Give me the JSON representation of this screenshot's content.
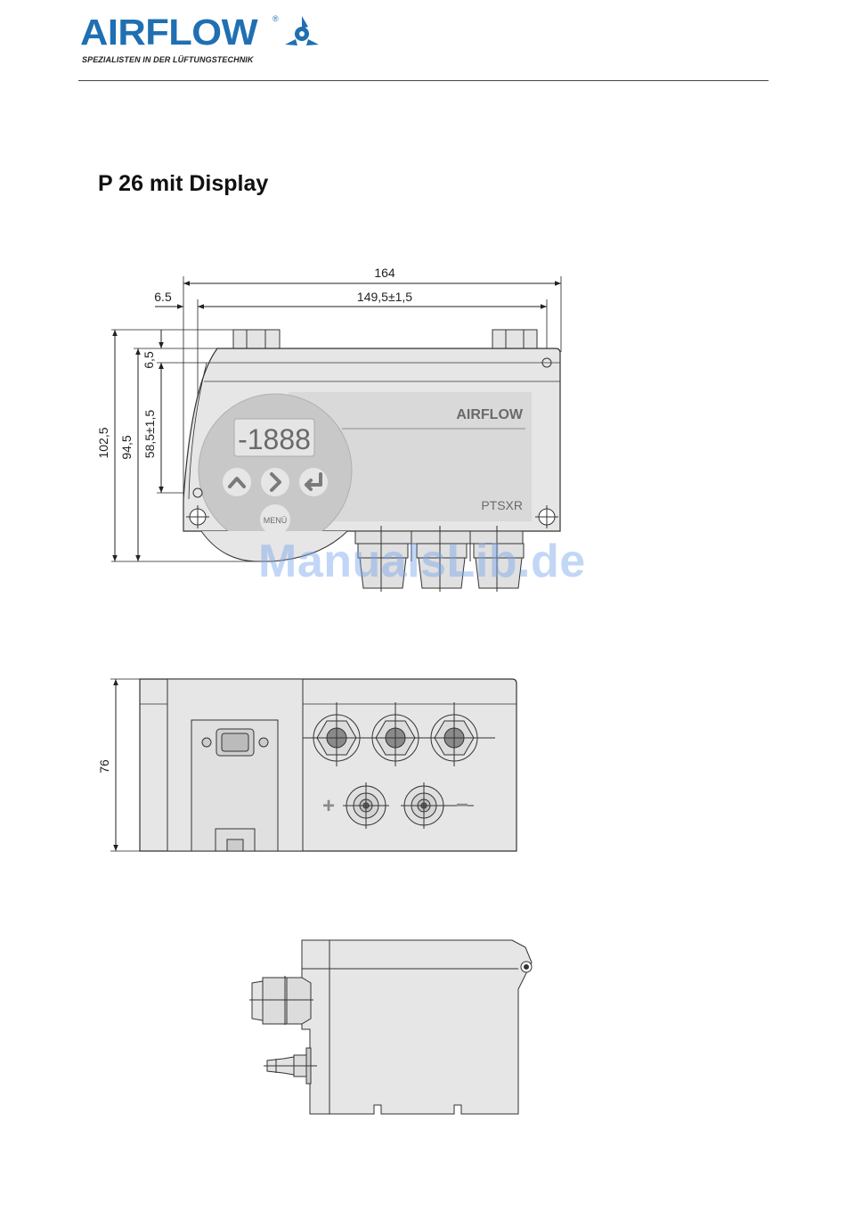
{
  "header": {
    "brand": "AIRFLOW",
    "registered": "®",
    "tagline": "SPEZIALISTEN IN DER LÜFTUNGSTECHNIK",
    "accent_color": "#1f6fb2"
  },
  "title": "P 26 mit Display",
  "front_view": {
    "dim_total_width": "164",
    "dim_hole_spacing": "149,5±1,5",
    "dim_edge_offset": "6.5",
    "dim_top_offset": "6,5",
    "dim_height_total": "102,5",
    "dim_height_body": "94,5",
    "dim_hole_vertical": "58,5±1,5",
    "panel_brand": "AIRFLOW",
    "panel_model": "PTSXR",
    "display_value": "-1888",
    "menu_label": "MENÜ"
  },
  "bottom_view": {
    "dim_depth": "76",
    "plus_sign": "+",
    "minus_sign": "−"
  },
  "watermark": "ManualsLib.de"
}
